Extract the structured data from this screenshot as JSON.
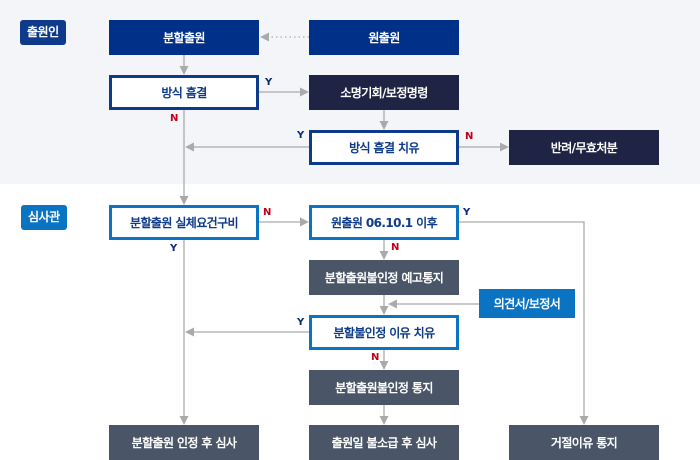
{
  "lanes": {
    "applicant": "출원인",
    "examiner": "심사관"
  },
  "nodes": {
    "divisional_application": "분할출원",
    "original_application": "원출원",
    "formal_defect": "방식 흠결",
    "explanation_amendment_order": "소명기회/보정명령",
    "formal_defect_cured": "방식 흠결 치유",
    "return_invalidation": "반려/무효처분",
    "substantive_requirements_met": "분할출원 실체요건구비",
    "original_after_date": "원출원 06.10.1 이후",
    "non_recognition_advance_notice": "분할출원불인정 예고통지",
    "opinion_amendment": "의견서/보정서",
    "non_recognition_reason_cured": "분할불인정 이유 치유",
    "non_recognition_notice": "분할출원불인정 통지",
    "examine_after_recognition": "분할출원 인정 후 심사",
    "examine_without_retroactive_date": "출원일 불소급 후 심사",
    "rejection_reason_notice": "거절이유 통지"
  },
  "edge_labels": {
    "yes": "Y",
    "no": "N"
  },
  "colors": {
    "top_band": "#f3f5f9",
    "navy": "#003087",
    "dark_navy": "#1f2444",
    "blue": "#0a73c2",
    "slate": "#4a5568",
    "connector": "#aaaaaa",
    "yes_label": "#0d2a7a",
    "no_label": "#c00018"
  }
}
